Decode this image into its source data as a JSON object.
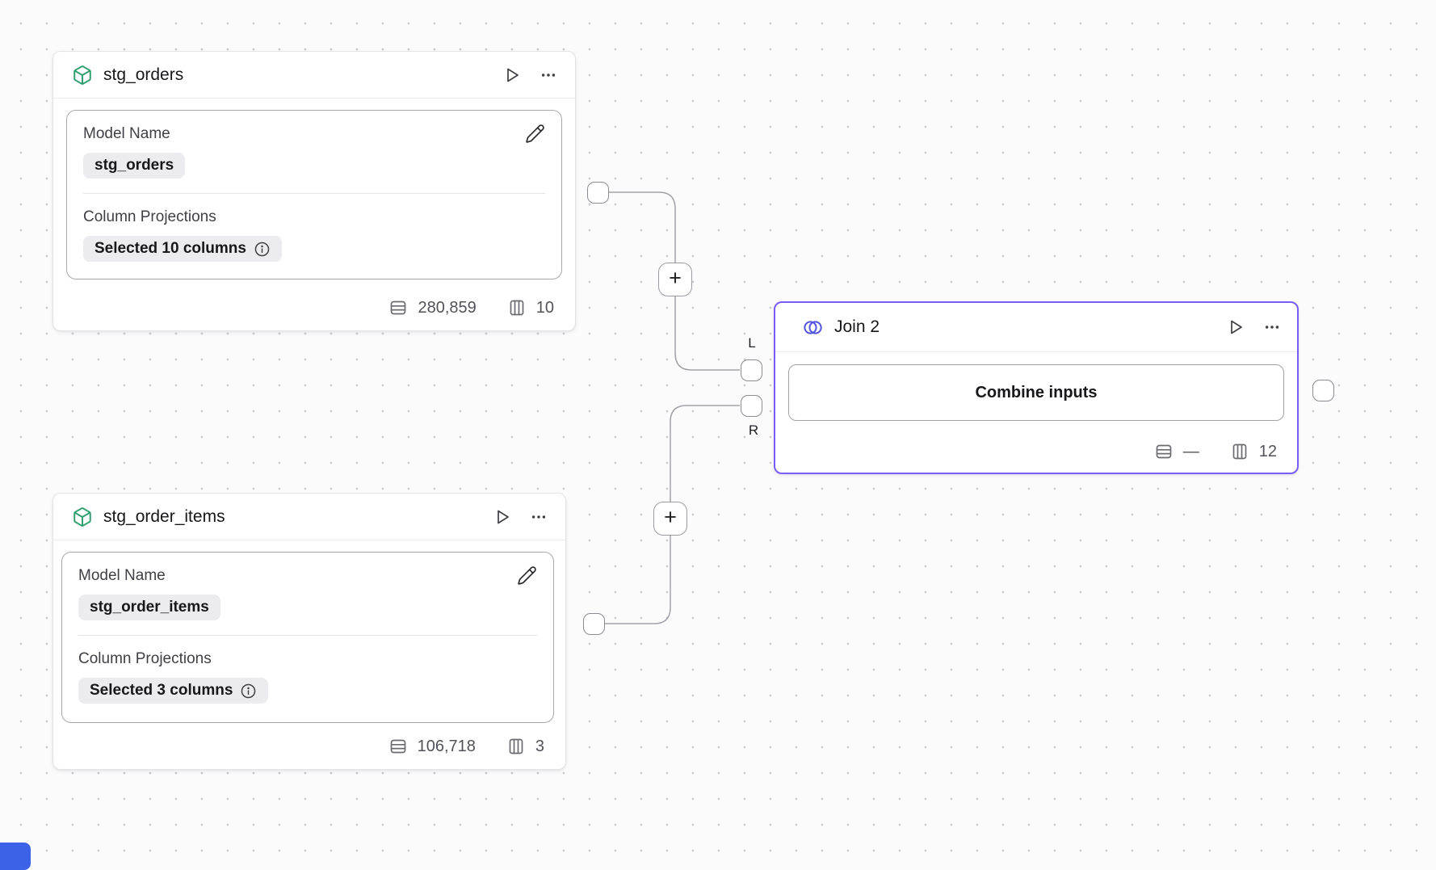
{
  "canvas": {
    "background": "#fbfbfb",
    "dot_color": "#c9c9ce",
    "wire_color": "#a1a1aa",
    "accent_purple": "#7a5cf8",
    "accent_green": "#2f9e6e",
    "corner_widget_color": "#3c63e7"
  },
  "nodes": {
    "stg_orders": {
      "title": "stg_orders",
      "fields": {
        "model_name": {
          "label": "Model Name",
          "value": "stg_orders"
        },
        "column_projections": {
          "label": "Column Projections",
          "value": "Selected 10 columns"
        }
      },
      "stats": {
        "rows": "280,859",
        "columns": "10"
      }
    },
    "stg_order_items": {
      "title": "stg_order_items",
      "fields": {
        "model_name": {
          "label": "Model Name",
          "value": "stg_order_items"
        },
        "column_projections": {
          "label": "Column Projections",
          "value": "Selected 3 columns"
        }
      },
      "stats": {
        "rows": "106,718",
        "columns": "3"
      }
    },
    "join_2": {
      "title": "Join 2",
      "button": "Combine inputs",
      "ports": {
        "left": "L",
        "right": "R"
      },
      "stats": {
        "rows": "—",
        "columns": "12"
      }
    }
  }
}
